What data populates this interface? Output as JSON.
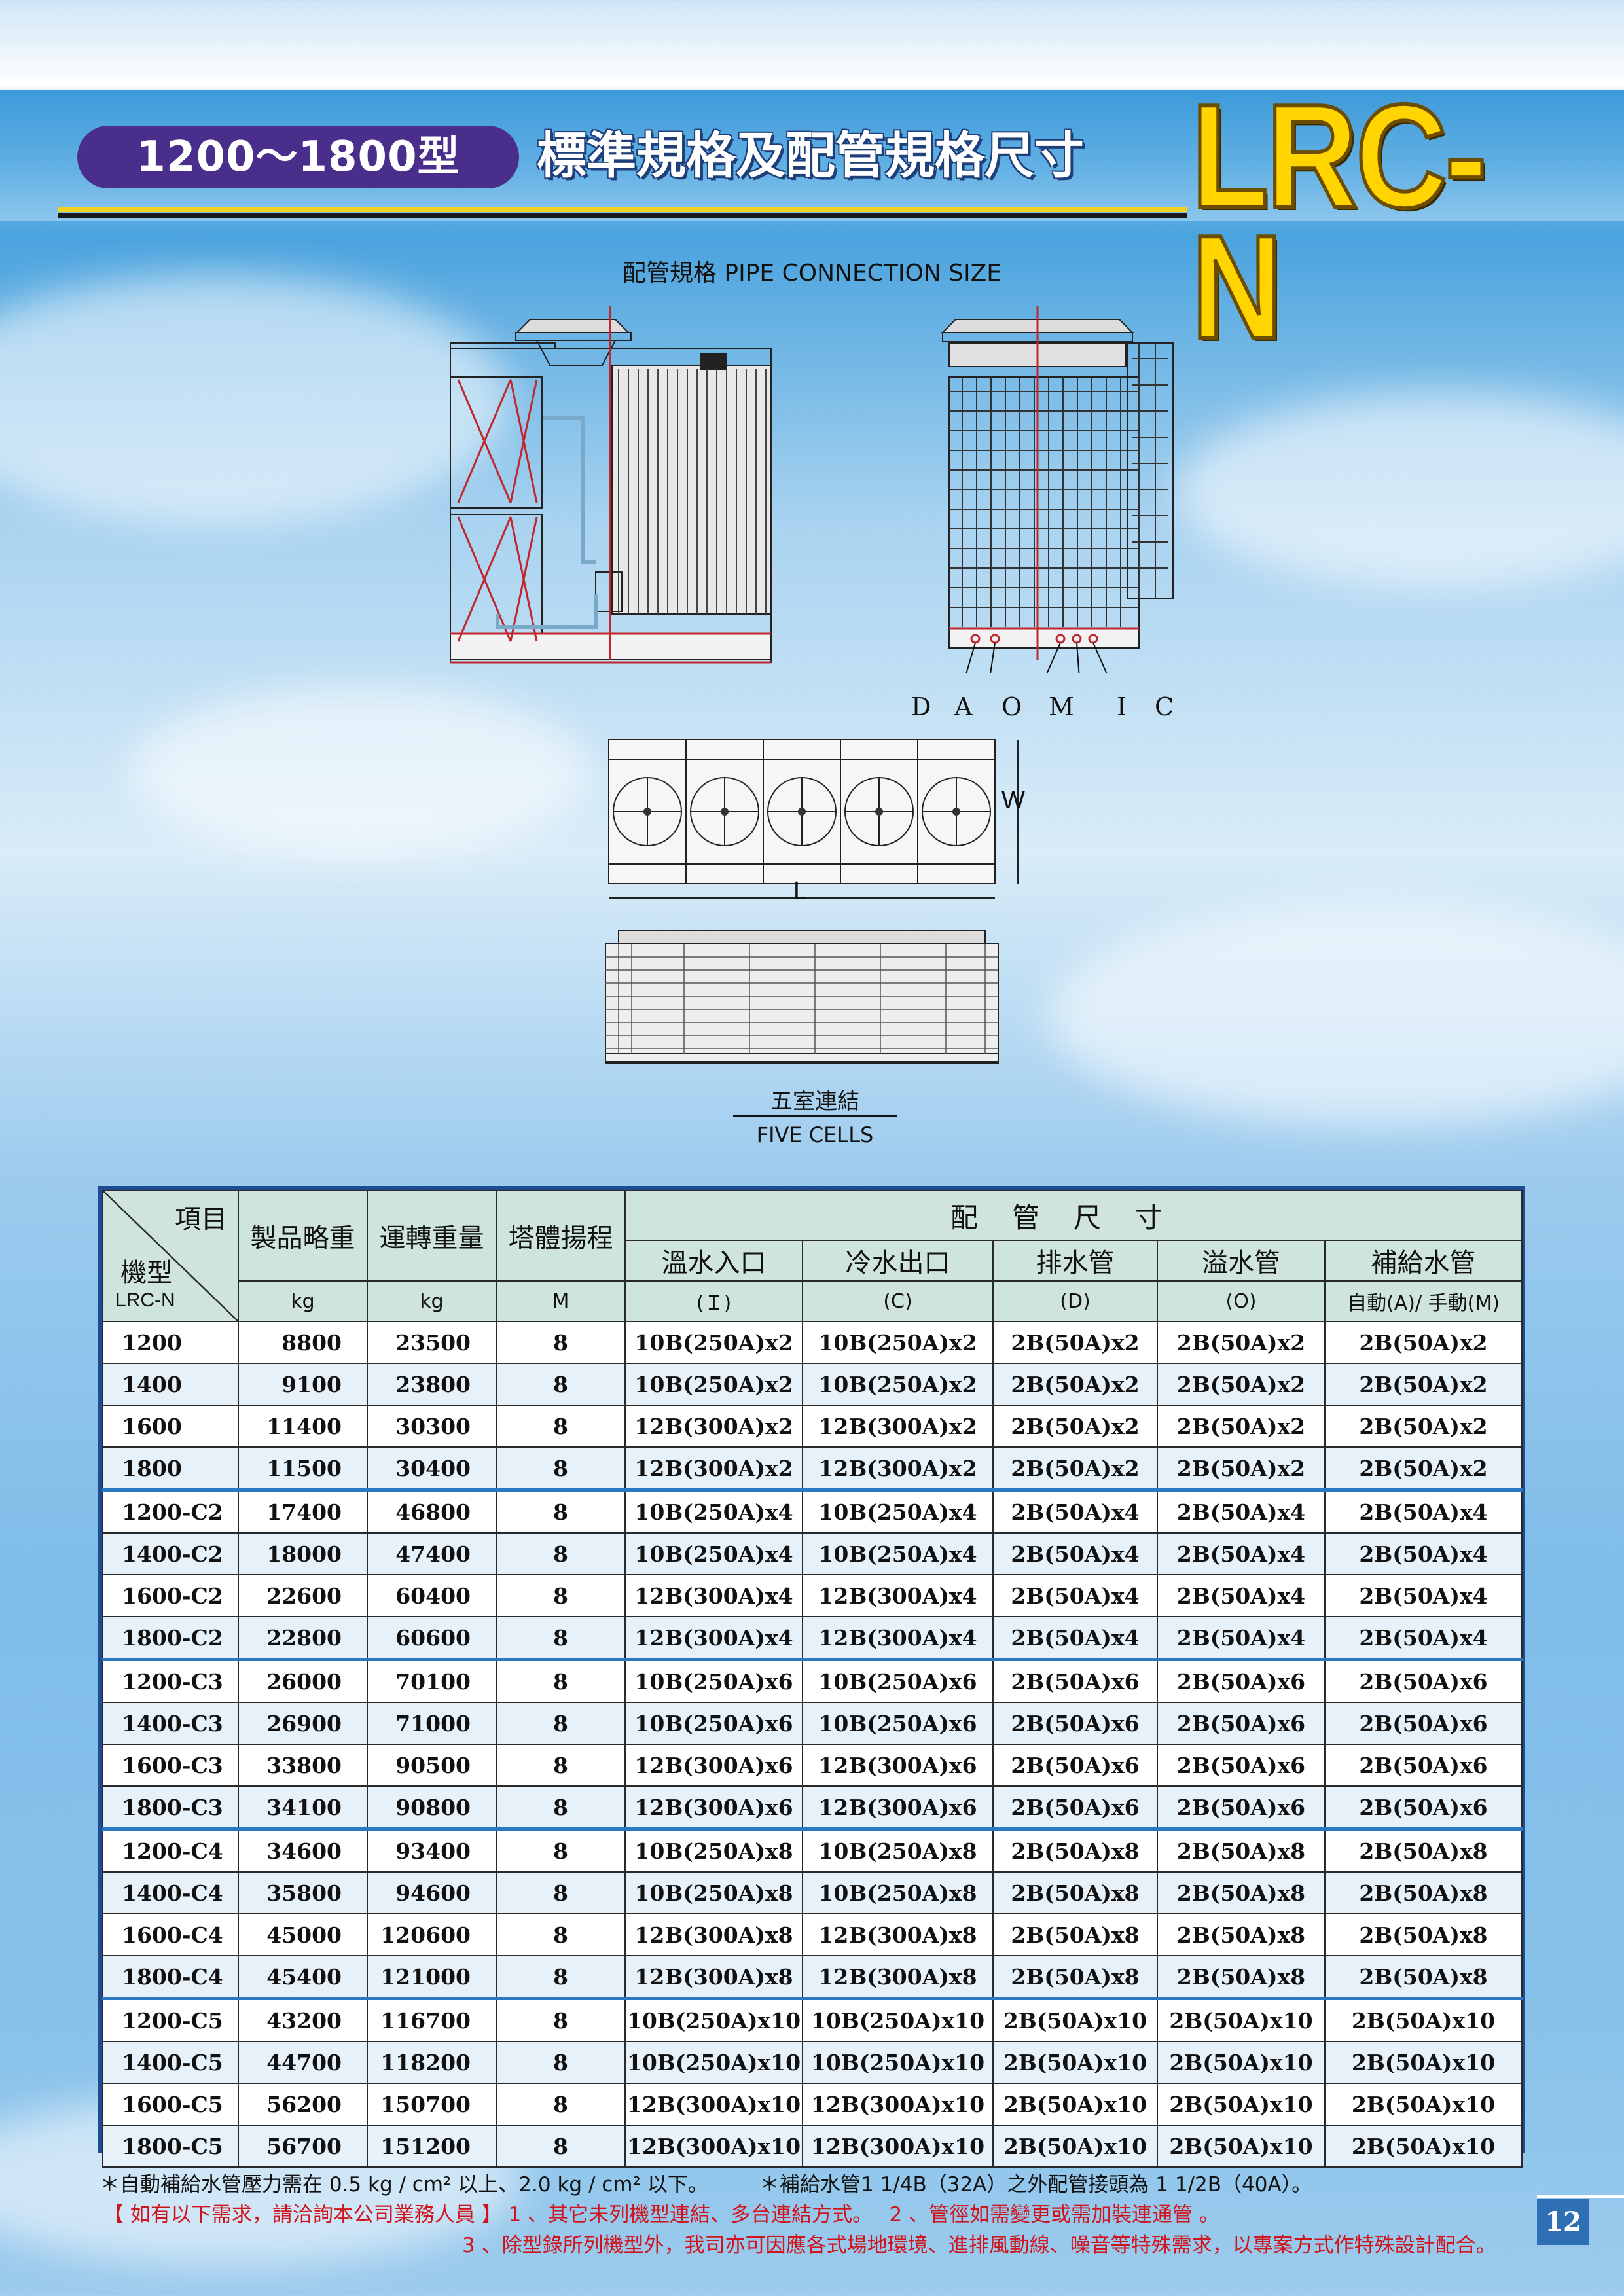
{
  "header": {
    "size_range": "1200～1800型",
    "title": "標準規格及配管規格尺寸",
    "series_badge": "LRC-N"
  },
  "diagram": {
    "caption": "配管規格 PIPE CONNECTION SIZE",
    "connection_letters": [
      "D",
      "A",
      "O",
      "M",
      "I",
      "C"
    ],
    "width_label": "W",
    "length_label": "L",
    "five_cells_cn": "五室連結",
    "five_cells_en": "FIVE CELLS"
  },
  "table": {
    "corner_item": "項目",
    "corner_model": "機型",
    "corner_series": "LRC-N",
    "col_weight": "製品略重",
    "col_operating": "運轉重量",
    "col_head": "塔體揚程",
    "col_pipe_group": "配管尺寸",
    "col_hot_in": "溫水入口",
    "col_cold_out": "冷水出口",
    "col_drain": "排水管",
    "col_overflow": "溢水管",
    "col_makeup": "補給水管",
    "unit_weight": "kg",
    "unit_operating": "kg",
    "unit_head": "M",
    "unit_hot_in": "(Ｉ)",
    "unit_cold_out": "(C)",
    "unit_drain": "(D)",
    "unit_overflow": "(O)",
    "unit_makeup": "自動(A)/ 手動(M)",
    "rows": [
      {
        "model": "1200",
        "weight": "8800",
        "operating": "23500",
        "head": "8",
        "hot_in": "10B(250A)x2",
        "cold_out": "10B(250A)x2",
        "drain": "2B(50A)x2",
        "overflow": "2B(50A)x2",
        "makeup": "2B(50A)x2"
      },
      {
        "model": "1400",
        "weight": "9100",
        "operating": "23800",
        "head": "8",
        "hot_in": "10B(250A)x2",
        "cold_out": "10B(250A)x2",
        "drain": "2B(50A)x2",
        "overflow": "2B(50A)x2",
        "makeup": "2B(50A)x2"
      },
      {
        "model": "1600",
        "weight": "11400",
        "operating": "30300",
        "head": "8",
        "hot_in": "12B(300A)x2",
        "cold_out": "12B(300A)x2",
        "drain": "2B(50A)x2",
        "overflow": "2B(50A)x2",
        "makeup": "2B(50A)x2"
      },
      {
        "model": "1800",
        "weight": "11500",
        "operating": "30400",
        "head": "8",
        "hot_in": "12B(300A)x2",
        "cold_out": "12B(300A)x2",
        "drain": "2B(50A)x2",
        "overflow": "2B(50A)x2",
        "makeup": "2B(50A)x2"
      },
      {
        "model": "1200-C2",
        "weight": "17400",
        "operating": "46800",
        "head": "8",
        "hot_in": "10B(250A)x4",
        "cold_out": "10B(250A)x4",
        "drain": "2B(50A)x4",
        "overflow": "2B(50A)x4",
        "makeup": "2B(50A)x4"
      },
      {
        "model": "1400-C2",
        "weight": "18000",
        "operating": "47400",
        "head": "8",
        "hot_in": "10B(250A)x4",
        "cold_out": "10B(250A)x4",
        "drain": "2B(50A)x4",
        "overflow": "2B(50A)x4",
        "makeup": "2B(50A)x4"
      },
      {
        "model": "1600-C2",
        "weight": "22600",
        "operating": "60400",
        "head": "8",
        "hot_in": "12B(300A)x4",
        "cold_out": "12B(300A)x4",
        "drain": "2B(50A)x4",
        "overflow": "2B(50A)x4",
        "makeup": "2B(50A)x4"
      },
      {
        "model": "1800-C2",
        "weight": "22800",
        "operating": "60600",
        "head": "8",
        "hot_in": "12B(300A)x4",
        "cold_out": "12B(300A)x4",
        "drain": "2B(50A)x4",
        "overflow": "2B(50A)x4",
        "makeup": "2B(50A)x4"
      },
      {
        "model": "1200-C3",
        "weight": "26000",
        "operating": "70100",
        "head": "8",
        "hot_in": "10B(250A)x6",
        "cold_out": "10B(250A)x6",
        "drain": "2B(50A)x6",
        "overflow": "2B(50A)x6",
        "makeup": "2B(50A)x6"
      },
      {
        "model": "1400-C3",
        "weight": "26900",
        "operating": "71000",
        "head": "8",
        "hot_in": "10B(250A)x6",
        "cold_out": "10B(250A)x6",
        "drain": "2B(50A)x6",
        "overflow": "2B(50A)x6",
        "makeup": "2B(50A)x6"
      },
      {
        "model": "1600-C3",
        "weight": "33800",
        "operating": "90500",
        "head": "8",
        "hot_in": "12B(300A)x6",
        "cold_out": "12B(300A)x6",
        "drain": "2B(50A)x6",
        "overflow": "2B(50A)x6",
        "makeup": "2B(50A)x6"
      },
      {
        "model": "1800-C3",
        "weight": "34100",
        "operating": "90800",
        "head": "8",
        "hot_in": "12B(300A)x6",
        "cold_out": "12B(300A)x6",
        "drain": "2B(50A)x6",
        "overflow": "2B(50A)x6",
        "makeup": "2B(50A)x6"
      },
      {
        "model": "1200-C4",
        "weight": "34600",
        "operating": "93400",
        "head": "8",
        "hot_in": "10B(250A)x8",
        "cold_out": "10B(250A)x8",
        "drain": "2B(50A)x8",
        "overflow": "2B(50A)x8",
        "makeup": "2B(50A)x8"
      },
      {
        "model": "1400-C4",
        "weight": "35800",
        "operating": "94600",
        "head": "8",
        "hot_in": "10B(250A)x8",
        "cold_out": "10B(250A)x8",
        "drain": "2B(50A)x8",
        "overflow": "2B(50A)x8",
        "makeup": "2B(50A)x8"
      },
      {
        "model": "1600-C4",
        "weight": "45000",
        "operating": "120600",
        "head": "8",
        "hot_in": "12B(300A)x8",
        "cold_out": "12B(300A)x8",
        "drain": "2B(50A)x8",
        "overflow": "2B(50A)x8",
        "makeup": "2B(50A)x8"
      },
      {
        "model": "1800-C4",
        "weight": "45400",
        "operating": "121000",
        "head": "8",
        "hot_in": "12B(300A)x8",
        "cold_out": "12B(300A)x8",
        "drain": "2B(50A)x8",
        "overflow": "2B(50A)x8",
        "makeup": "2B(50A)x8"
      },
      {
        "model": "1200-C5",
        "weight": "43200",
        "operating": "116700",
        "head": "8",
        "hot_in": "10B(250A)x10",
        "cold_out": "10B(250A)x10",
        "drain": "2B(50A)x10",
        "overflow": "2B(50A)x10",
        "makeup": "2B(50A)x10"
      },
      {
        "model": "1400-C5",
        "weight": "44700",
        "operating": "118200",
        "head": "8",
        "hot_in": "10B(250A)x10",
        "cold_out": "10B(250A)x10",
        "drain": "2B(50A)x10",
        "overflow": "2B(50A)x10",
        "makeup": "2B(50A)x10"
      },
      {
        "model": "1600-C5",
        "weight": "56200",
        "operating": "150700",
        "head": "8",
        "hot_in": "12B(300A)x10",
        "cold_out": "12B(300A)x10",
        "drain": "2B(50A)x10",
        "overflow": "2B(50A)x10",
        "makeup": "2B(50A)x10"
      },
      {
        "model": "1800-C5",
        "weight": "56700",
        "operating": "151200",
        "head": "8",
        "hot_in": "12B(300A)x10",
        "cold_out": "12B(300A)x10",
        "drain": "2B(50A)x10",
        "overflow": "2B(50A)x10",
        "makeup": "2B(50A)x10"
      }
    ]
  },
  "notes": {
    "line1_a": "＊自動補給水管壓力需在 0.5 kg / cm² 以上、2.0 kg / cm² 以下。",
    "line1_b": "＊補給水管1 1/4B（32A）之外配管接頭為 1 1/2B（40A）。",
    "line2": "【 如有以下需求，請洽詢本公司業務人員 】 1 、其它未列機型連結、多台連結方式。　 2 、管徑如需變更或需加裝連通管 。",
    "line3": "3 、除型錄所列機型外，我司亦可因應各式場地環境、進排風動線、噪音等特殊需求，以專案方式作特殊設計配合。"
  },
  "page_number": "12",
  "colors": {
    "pill": "#4a2e8c",
    "badge": "#ffd400",
    "table_header": "#cfe4dd",
    "table_border": "#1f4b91",
    "group_rule": "#2b79c2",
    "note_red": "#d0141c"
  }
}
